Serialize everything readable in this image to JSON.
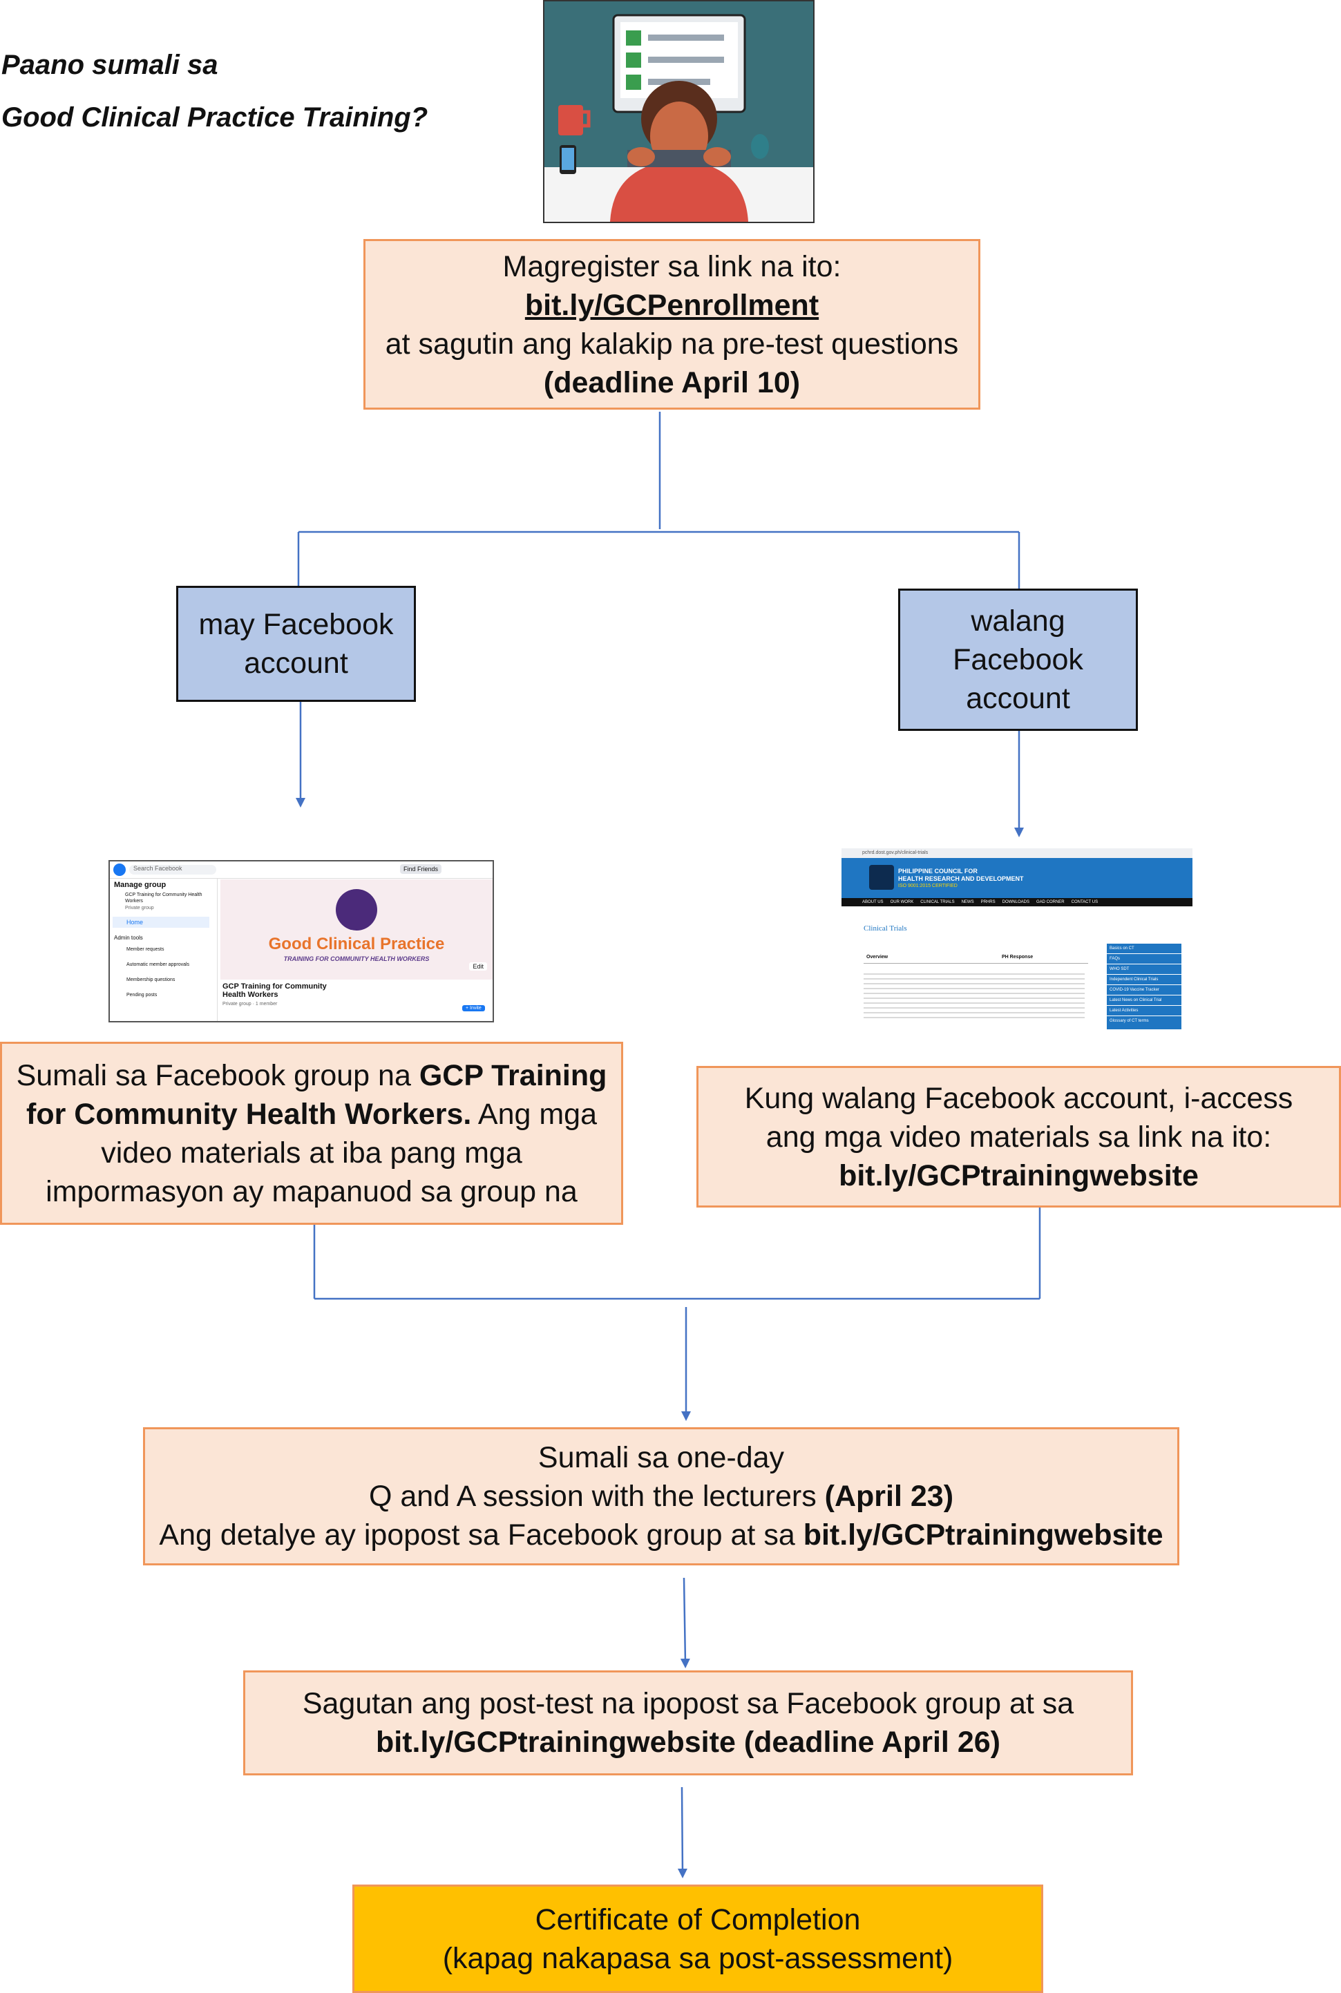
{
  "title": {
    "line1": "Paano sumali sa",
    "line2": "Good Clinical Practice Training?"
  },
  "step1": {
    "line1": "Magregister sa link na ito:",
    "link": "bit.ly/GCPenrollment",
    "line3": "at sagutin ang kalakip na pre-test questions",
    "line4": "(deadline April 10)"
  },
  "branch_left": {
    "line1": "may Facebook",
    "line2": "account"
  },
  "branch_right": {
    "line1": "walang",
    "line2": "Facebook",
    "line3": "account"
  },
  "fb_screenshot": {
    "search": "Search Facebook",
    "manage": "Manage group",
    "group_small": "GCP Training for Community Health Workers",
    "private": "Private group",
    "home": "Home",
    "admin_tools": "Admin tools",
    "menu": [
      "Member requests",
      "Automatic member approvals",
      "Membership questions",
      "Pending posts"
    ],
    "find_friends": "Find Friends",
    "banner_title": "Good Clinical Practice",
    "banner_sub": "TRAINING FOR COMMUNITY HEALTH WORKERS",
    "edit": "Edit",
    "group_name_1": "GCP Training for Community",
    "group_name_2": "Health Workers",
    "meta": "Private group · 1 member",
    "invite": "+ Invite"
  },
  "web_screenshot": {
    "url": "pchrd.dost.gov.ph/clinical-trials",
    "org1": "PHILIPPINE COUNCIL FOR",
    "org2": "HEALTH RESEARCH AND DEVELOPMENT",
    "org3": "ISO 9001:2015 CERTIFIED",
    "nav": [
      "ABOUT US",
      "OUR WORK",
      "CLINICAL TRIALS",
      "NEWS",
      "PRHRS",
      "DOWNLOADS",
      "GAD CORNER",
      "CONTACT US"
    ],
    "heading": "Clinical Trials",
    "tabs": [
      "Overview",
      "PH Response"
    ],
    "side": [
      "Basics on CT",
      "FAQs",
      "WHO SDT",
      "Independent Clinical Trials",
      "COVID-19 Vaccine Tracker",
      "Latest News on Clinical Trial",
      "Latest Activities",
      "Glossary of CT terms"
    ]
  },
  "step_fb": {
    "l1a": "Sumali sa Facebook group na ",
    "l1b": "GCP Training",
    "l2a": "for Community Health Workers.",
    "l2b": " Ang mga",
    "l3": "video materials at iba pang mga",
    "l4": "impormasyon ay mapanuod sa group na"
  },
  "step_web": {
    "l1": "Kung walang Facebook account, i-access",
    "l2": "ang mga video materials sa link na ito:",
    "l3": "bit.ly/GCPtrainingwebsite"
  },
  "step_qa": {
    "l1": "Sumali sa one-day",
    "l2a": "Q and A session with the lecturers ",
    "l2b": "(April 23)",
    "l3a": "Ang detalye ay ipopost sa Facebook group at sa ",
    "l3b": "bit.ly/GCPtrainingwebsite"
  },
  "step_post": {
    "l1": "Sagutan ang post-test na ipopost sa Facebook group at sa",
    "l2a": "bit.ly/GCPtrainingwebsite",
    "l2b": " (deadline April 26)"
  },
  "step_cert": {
    "l1": "Certificate of Completion",
    "l2": "(kapag nakapasa sa post-assessment)"
  },
  "colors": {
    "peach": "#fbe5d6",
    "orange_border": "#f0965a",
    "blue_box": "#b4c7e7",
    "gold": "#ffc000",
    "line": "#4472c4"
  }
}
